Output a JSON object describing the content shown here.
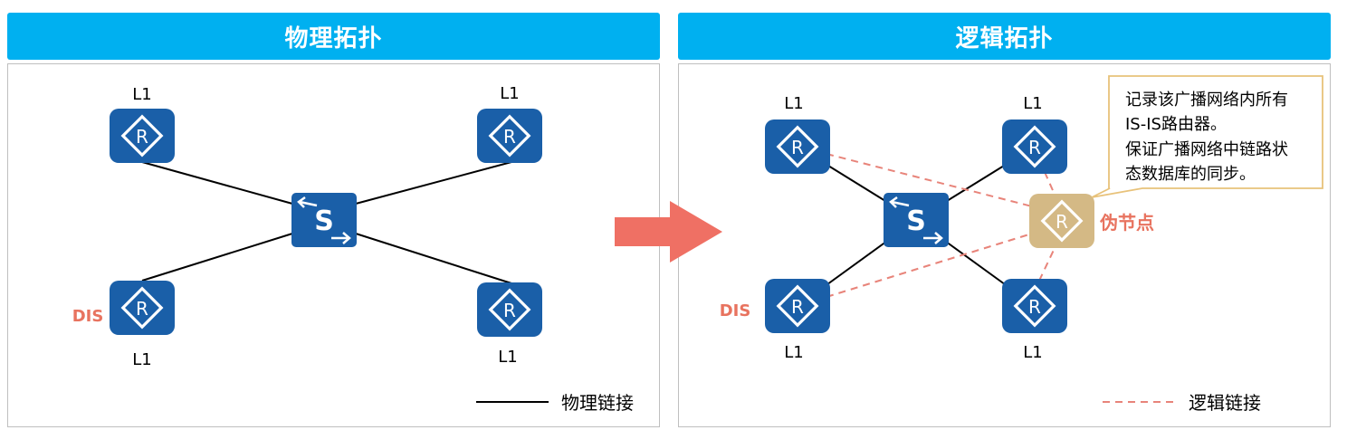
{
  "left_panel": {
    "title": "物理拓扑",
    "router_labels": [
      "L1",
      "L1",
      "L1",
      "L1"
    ],
    "dis_label": "DIS",
    "legend_label": "物理链接"
  },
  "right_panel": {
    "title": "逻辑拓扑",
    "router_labels": [
      "L1",
      "L1",
      "L1",
      "L1"
    ],
    "dis_label": "DIS",
    "pseudo_node_label": "伪节点",
    "callout_lines": [
      "记录该广播网络内所有",
      "IS-IS路由器。",
      "保证广播网络中链路状",
      "态数据库的同步。"
    ],
    "legend_label": "逻辑链接"
  },
  "icons": {
    "router_glyph": "R",
    "switch_glyph": "S"
  },
  "colors": {
    "header_bg": "#00b0f0",
    "device_blue": "#1a5fa8",
    "pseudo_node": "#d4b985",
    "dis_text": "#e8735f",
    "arrow": "#ef7064",
    "logical_link": "#e8847a",
    "callout_border": "#e8c27a"
  }
}
